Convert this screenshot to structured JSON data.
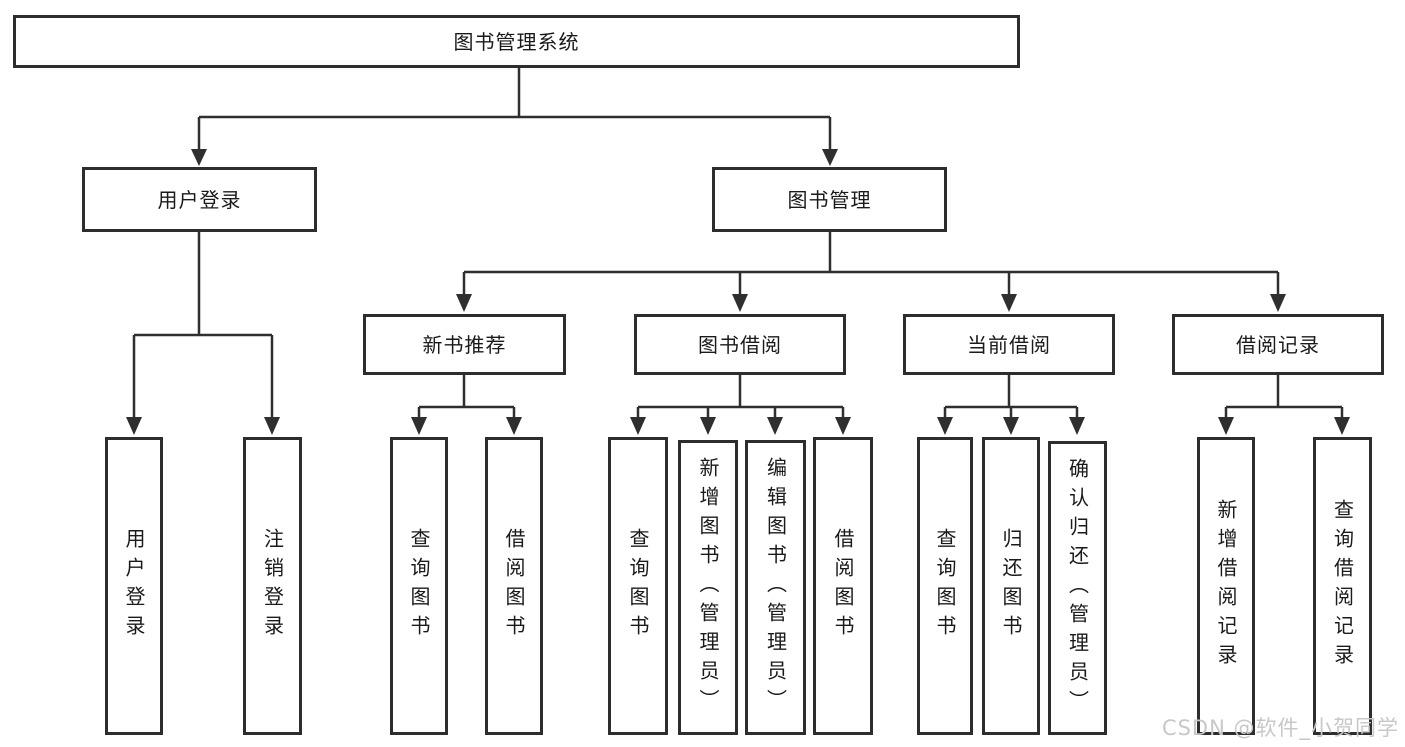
{
  "nodes": {
    "root": "图书管理系统",
    "level2": {
      "user_login": "用户登录",
      "book_management": "图书管理"
    },
    "level3": {
      "new_book_recommend": "新书推荐",
      "book_borrow": "图书借阅",
      "current_borrow": "当前借阅",
      "borrow_records": "借阅记录"
    },
    "leaves": {
      "user_login": [
        "用户登录",
        "注销登录"
      ],
      "new_book_recommend": [
        "查询图书",
        "借阅图书"
      ],
      "book_borrow": [
        "查询图书",
        "新增图书（管理员）",
        "编辑图书（管理员）",
        "借阅图书"
      ],
      "current_borrow": [
        "查询图书",
        "归还图书",
        "确认归还（管理员）"
      ],
      "borrow_records": [
        "新增借阅记录",
        "查询借阅记录"
      ]
    }
  },
  "watermark": "CSDN @软件_小贺同学",
  "colors": {
    "line": "#2f2f2f",
    "box_border": "#2d2d2d",
    "text": "#1a1a1a",
    "background": "#ffffff",
    "watermark": "#c8c8c8"
  }
}
